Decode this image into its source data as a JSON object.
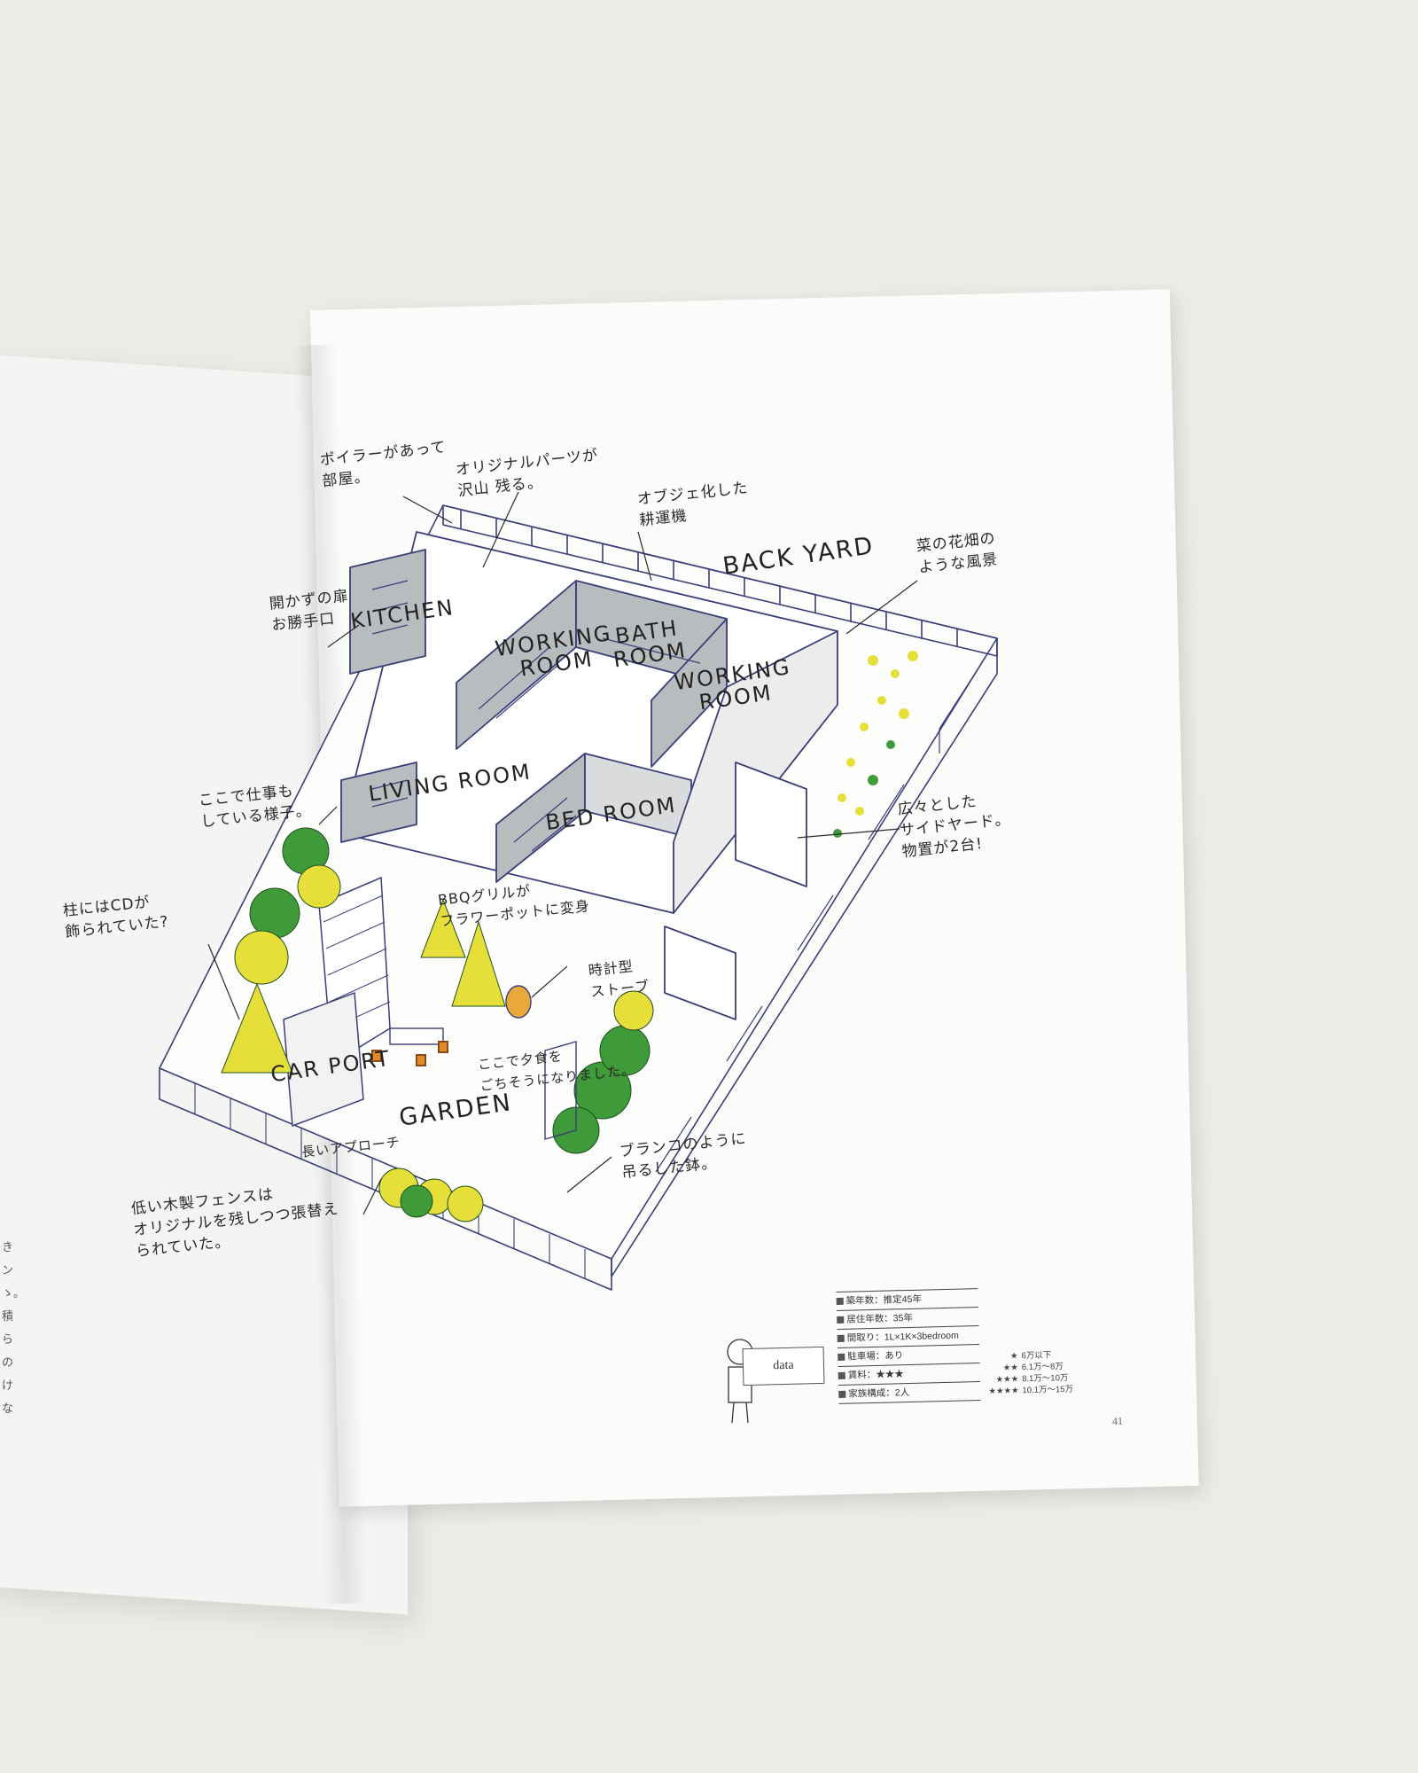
{
  "left_page": {
    "margin_chars": [
      "き",
      "ン",
      "ゝ。",
      "積",
      "ら",
      "の",
      "け",
      "な"
    ]
  },
  "annotations": {
    "boiler": "ボイラーがあって\n部屋。",
    "original_parts": "オリジナルパーツが\n沢山 残る。",
    "objet_tiller": "オブジェ化した\n耕運機",
    "flower_field": "菜の花畑の\nような風景",
    "open_door": "開かずの扉\nお勝手口",
    "working_here": "ここで仕事も\nしている様子。",
    "cd_pillar": "柱にはCDが\n飾られていた?",
    "bbq": "BBQグリルが\nフラワーポットに変身",
    "stove": "時計型\nストーブ",
    "dinner": "ここで夕食を\nごちそうになりました。",
    "side_yard": "広々とした\nサイドヤード。\n物置が2台!",
    "long_approach": "長いアプローチ",
    "fence": "低い木製フェンスは\nオリジナルを残しつつ張替え\nられていた。",
    "swing_pot": "ブランコのように\n吊るした鉢。"
  },
  "rooms": {
    "kitchen": "KITCHEN",
    "working_room_1": "WORKING\nROOM",
    "bath_room": "BATH\nROOM",
    "working_room_2": "WORKING\nROOM",
    "back_yard": "BACK YARD",
    "living_room": "LIVING ROOM",
    "bed_room": "BED ROOM",
    "car_port": "CAR PORT",
    "garden": "GARDEN"
  },
  "data_sign": "data",
  "data_rows": [
    "築年数：推定45年",
    "居住年数：35年",
    "間取り：1L×1K×3bedroom",
    "駐車場：あり",
    "賃料：★★★",
    "家族構成：2人"
  ],
  "legend": [
    {
      "stars": "★",
      "text": "6万以下"
    },
    {
      "stars": "★★",
      "text": "6.1万〜8万"
    },
    {
      "stars": "★★★",
      "text": "8.1万〜10万"
    },
    {
      "stars": "★★★★",
      "text": "10.1万〜15万"
    }
  ],
  "page_number": "41",
  "colors": {
    "wall_gray": "#b9bcbe",
    "ink": "#3a3f7a",
    "tree_green": "#3f9a3a",
    "tree_yellow": "#e6df3a",
    "paper": "#fbfbfa",
    "background": "#ecebe7"
  }
}
